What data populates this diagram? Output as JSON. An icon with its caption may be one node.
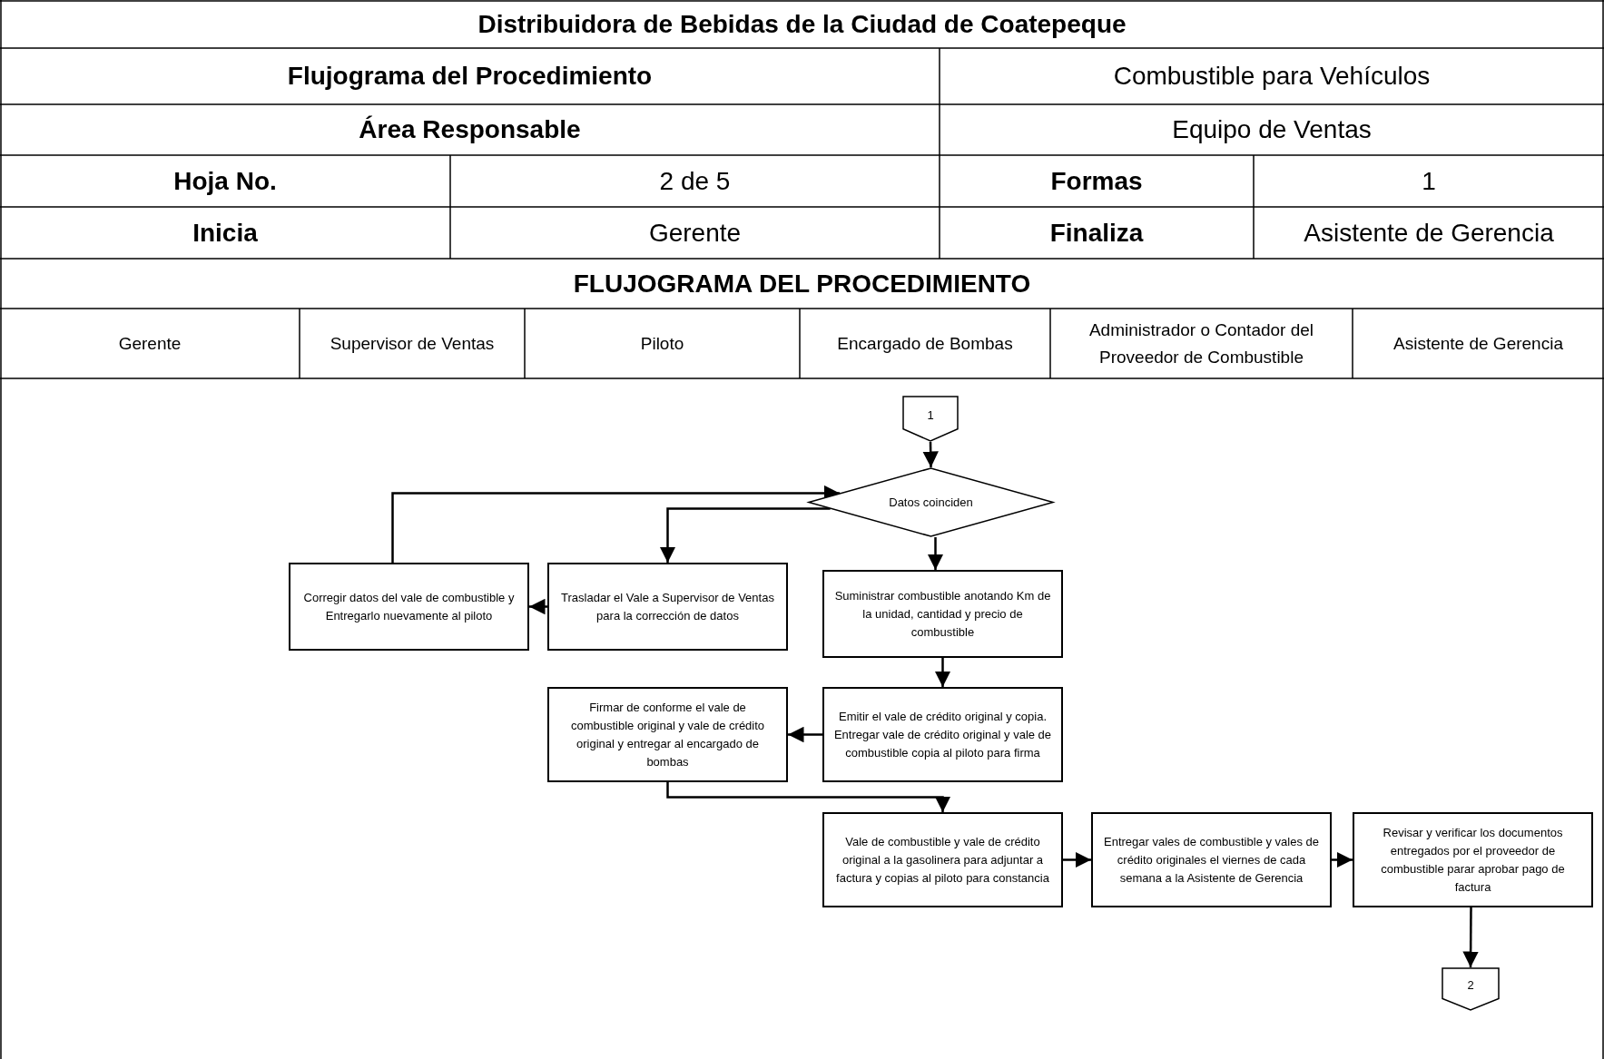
{
  "diagram": {
    "title": "Distribuidora de Bebidas de la Ciudad de Coatepeque",
    "nodes": [
      {
        "text": [
          "1"
        ]
      },
      {
        "text": [
          "Datos coinciden"
        ]
      },
      {
        "text": [
          "Corregir datos del vale de combustible y Entregarlo nuevamente al piloto"
        ]
      },
      {
        "text": [
          "Trasladar el Vale a Supervisor de Ventas para la corrección de datos"
        ]
      },
      {
        "text": [
          "Suministrar combustible anotando Km de la unidad, cantidad y precio de combustible"
        ]
      },
      {
        "text": [
          "Firmar de conforme el vale de combustible original y vale de crédito original y entregar al encargado de bombas"
        ]
      },
      {
        "text": [
          "Emitir el vale de crédito original y copia. Entregar vale de crédito original y vale de combustible copia al piloto para firma"
        ]
      },
      {
        "text": [
          "Vale de combustible y vale de crédito original a la gasolinera para adjuntar a factura y copias al piloto para constancia"
        ]
      },
      {
        "text": [
          "Entregar vales de combustible y vales de crédito originales el viernes de cada semana a la Asistente de Gerencia"
        ]
      },
      {
        "text": [
          "Revisar y verificar los documentos entregados por el proveedor de combustible parar aprobar pago de factura"
        ]
      },
      {
        "text": [
          "2"
        ]
      }
    ],
    "edges": [
      {
        "from": 0,
        "to": 1,
        "arrow": "to"
      },
      {
        "from": 1,
        "to": 3,
        "arrow": "to"
      },
      {
        "from": 1,
        "to": 4,
        "arrow": "to"
      },
      {
        "from": 3,
        "to": 2,
        "arrow": "to"
      },
      {
        "from": 2,
        "to": 1,
        "arrow": "to"
      },
      {
        "from": 4,
        "to": 6,
        "arrow": "to"
      },
      {
        "from": 6,
        "to": 5,
        "arrow": "to"
      },
      {
        "from": 5,
        "to": 7,
        "arrow": "to"
      },
      {
        "from": 7,
        "to": 8,
        "arrow": "to"
      },
      {
        "from": 8,
        "to": 9,
        "arrow": "to"
      },
      {
        "from": 9,
        "to": 10,
        "arrow": "to"
      }
    ],
    "labels": [
      "Flujograma del Procedimiento",
      "Combustible para Vehículos",
      "Área Responsable",
      "Equipo de Ventas",
      "Hoja No.",
      "2 de 5",
      "Formas",
      "1",
      "Inicia",
      "Gerente",
      "Finaliza",
      "Asistente de Gerencia",
      "FLUJOGRAMA DEL PROCEDIMIENTO",
      "Gerente",
      "Supervisor de Ventas",
      "Piloto",
      "Encargado de Bombas",
      "Administrador o Contador del Proveedor de Combustible",
      "Asistente de Gerencia"
    ]
  }
}
